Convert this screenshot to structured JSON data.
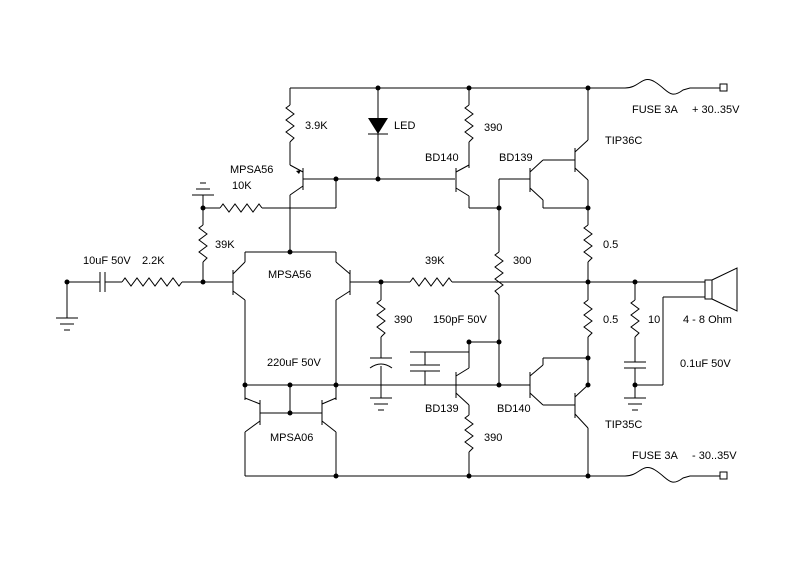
{
  "labels": {
    "fuse_top": "FUSE 3A",
    "supply_pos": "+ 30..35V",
    "fuse_bottom": "FUSE 3A",
    "supply_neg": "- 30..35V",
    "r_3k9": "3.9K",
    "led": "LED",
    "r_390_top": "390",
    "tip36c": "TIP36C",
    "q_mpsa56_top": "MPSA56",
    "r_10k": "10K",
    "q_bd140_top": "BD140",
    "q_bd139_top": "BD139",
    "r_39k_bias": "39K",
    "r_0_5_top": "0.5",
    "c_input": "10uF 50V",
    "r_input": "2.2K",
    "q_mpsa56_pair": "MPSA56",
    "r_39k_fb": "39K",
    "r_300": "300",
    "r_390_mid": "390",
    "c_150p": "150pF 50V",
    "r_0_5_bot": "0.5",
    "r_10": "10",
    "speaker": "4 - 8 Ohm",
    "c_220u": "220uF 50V",
    "c_0_1u": "0.1uF 50V",
    "q_bd139_bot": "BD139",
    "q_bd140_bot": "BD140",
    "tip35c": "TIP35C",
    "q_mpsa06": "MPSA06",
    "r_390_bot": "390"
  }
}
